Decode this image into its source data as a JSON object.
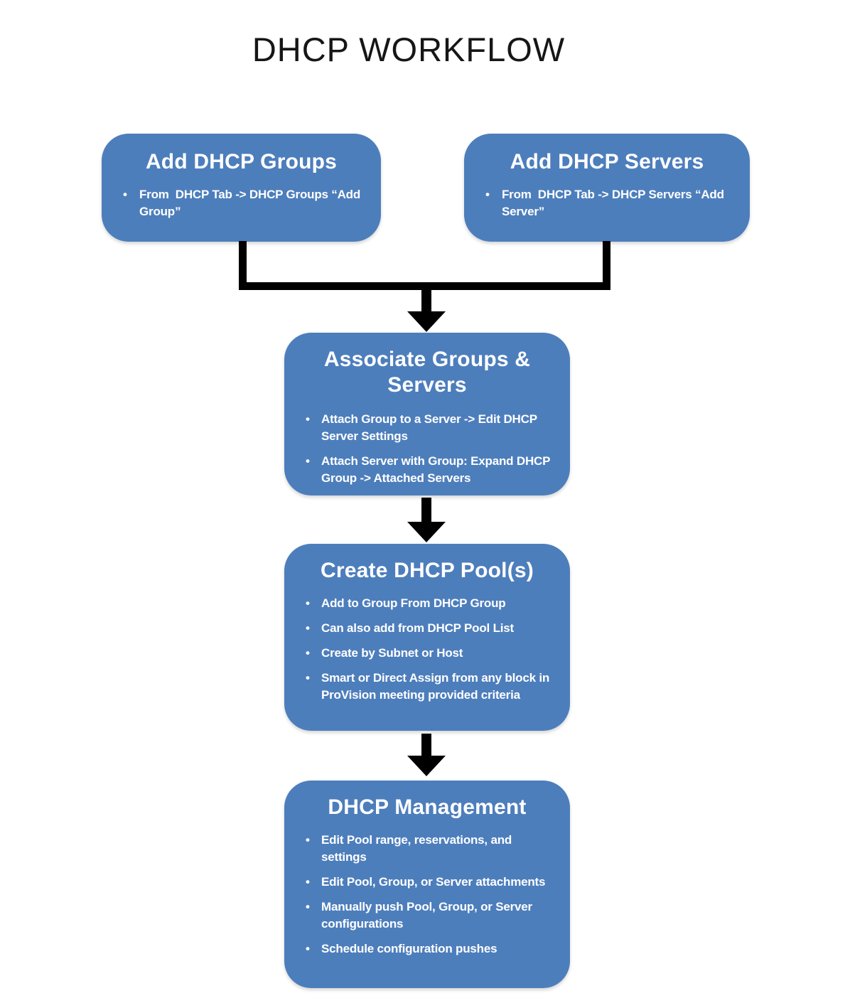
{
  "title": "DHCP WORKFLOW",
  "colors": {
    "box_fill": "#4d7ebc",
    "box_text": "#ffffff",
    "connector": "#000000",
    "title_text": "#161616",
    "page_bg": "#ffffff"
  },
  "boxes": [
    {
      "id": "add-dhcp-groups",
      "heading": "Add DHCP Groups",
      "bullets": [
        "From  DHCP Tab -> DHCP Groups “Add Group”"
      ]
    },
    {
      "id": "add-dhcp-servers",
      "heading": "Add DHCP Servers",
      "bullets": [
        "From  DHCP Tab -> DHCP Servers “Add Server”"
      ]
    },
    {
      "id": "associate-groups-servers",
      "heading": "Associate Groups & Servers",
      "bullets": [
        "Attach Group to a Server -> Edit DHCP Server Settings",
        "Attach Server with Group: Expand DHCP Group -> Attached Servers"
      ]
    },
    {
      "id": "create-dhcp-pools",
      "heading": "Create DHCP Pool(s)",
      "bullets": [
        "Add to Group From DHCP Group",
        "Can also add from DHCP Pool List",
        "Create by Subnet or Host",
        "Smart or Direct Assign from any block in ProVision meeting provided criteria"
      ]
    },
    {
      "id": "dhcp-management",
      "heading": "DHCP Management",
      "bullets": [
        "Edit Pool range, reservations, and settings",
        "Edit Pool, Group, or Server attachments",
        "Manually push Pool, Group, or Server configurations",
        "Schedule configuration pushes"
      ]
    }
  ]
}
